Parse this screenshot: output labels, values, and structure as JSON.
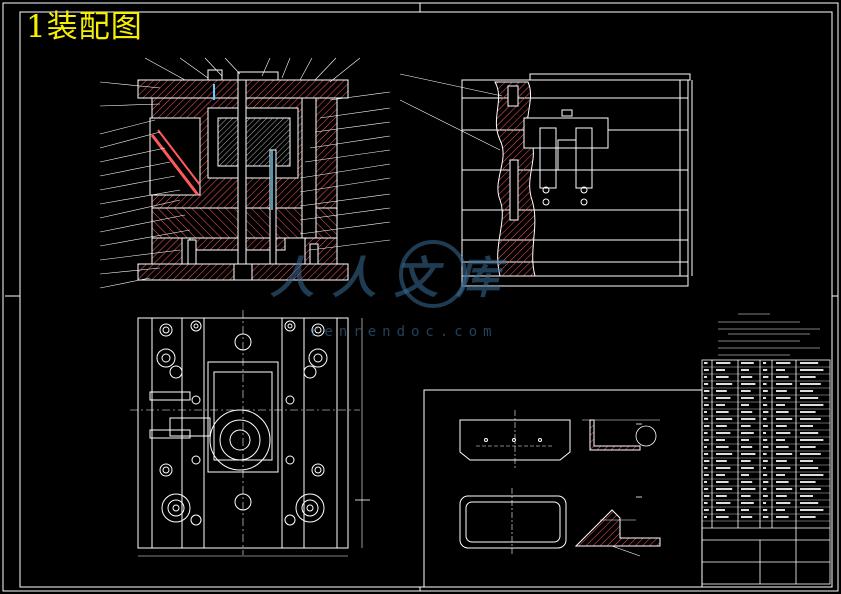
{
  "drawing": {
    "title": "1装配图"
  },
  "watermark": {
    "brand": "人人文库",
    "url": "renrendoc.com"
  },
  "colors": {
    "background": "#000000",
    "lines": "#ffffff",
    "title": "#f6f000",
    "hatch": "#ff5a5a",
    "parts": "#5ad0ff",
    "watermark": "#3a6d96"
  }
}
